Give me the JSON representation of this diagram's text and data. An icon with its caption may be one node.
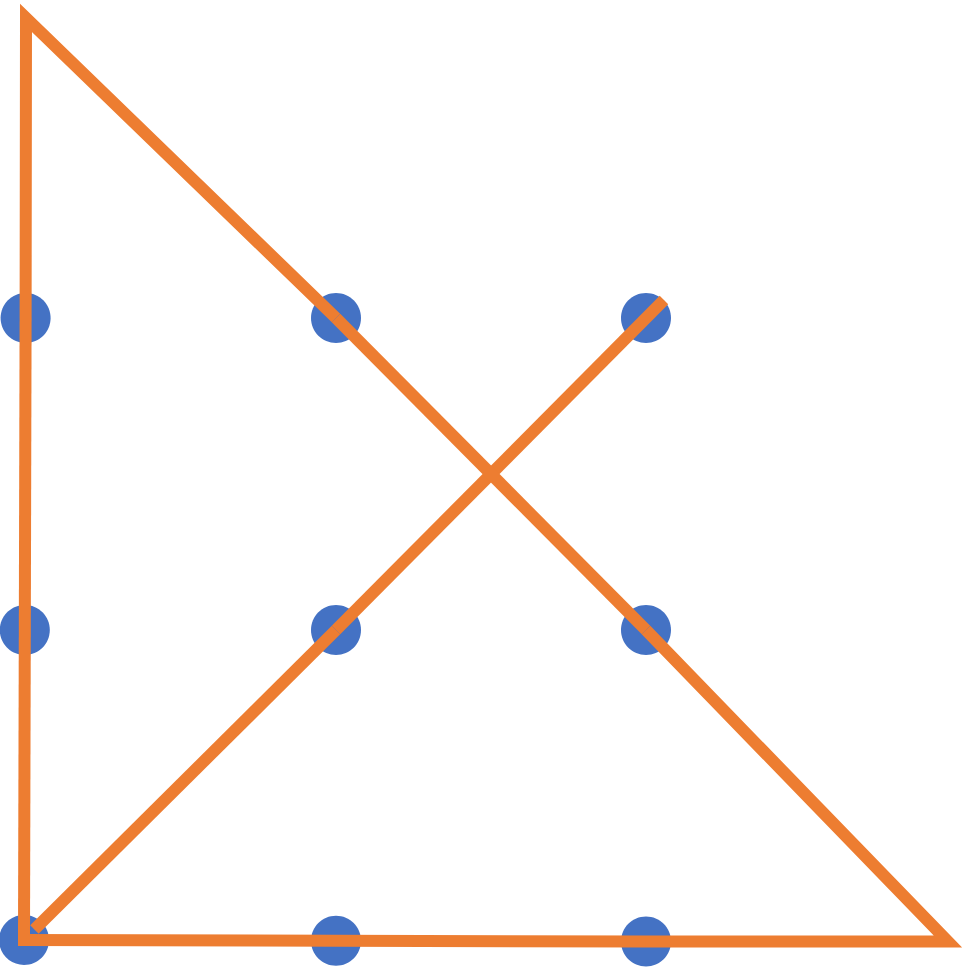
{
  "diagram": {
    "nodes": [
      {
        "text": [],
        "shape": "circle"
      },
      {
        "text": [],
        "shape": "circle"
      },
      {
        "text": [],
        "shape": "circle"
      },
      {
        "text": [],
        "shape": "circle"
      },
      {
        "text": [],
        "shape": "circle"
      },
      {
        "text": [],
        "shape": "circle"
      },
      {
        "text": [],
        "shape": "circle"
      },
      {
        "text": [],
        "shape": "circle"
      },
      {
        "text": [],
        "shape": "circle"
      }
    ],
    "edges": [
      {
        "from": 2,
        "to": 4,
        "arrow": "none"
      },
      {
        "from": 4,
        "to": 6,
        "arrow": "none"
      },
      {
        "from": 6,
        "to": 7,
        "arrow": "none"
      },
      {
        "from": 7,
        "to": 8,
        "arrow": "none"
      },
      {
        "from": 8,
        "to": 5,
        "arrow": "none"
      },
      {
        "from": 5,
        "to": 1,
        "arrow": "none"
      },
      {
        "from": 1,
        "to": 0,
        "arrow": "none"
      },
      {
        "from": 0,
        "to": 3,
        "arrow": "none"
      },
      {
        "from": 3,
        "to": 6,
        "arrow": "none"
      }
    ]
  }
}
